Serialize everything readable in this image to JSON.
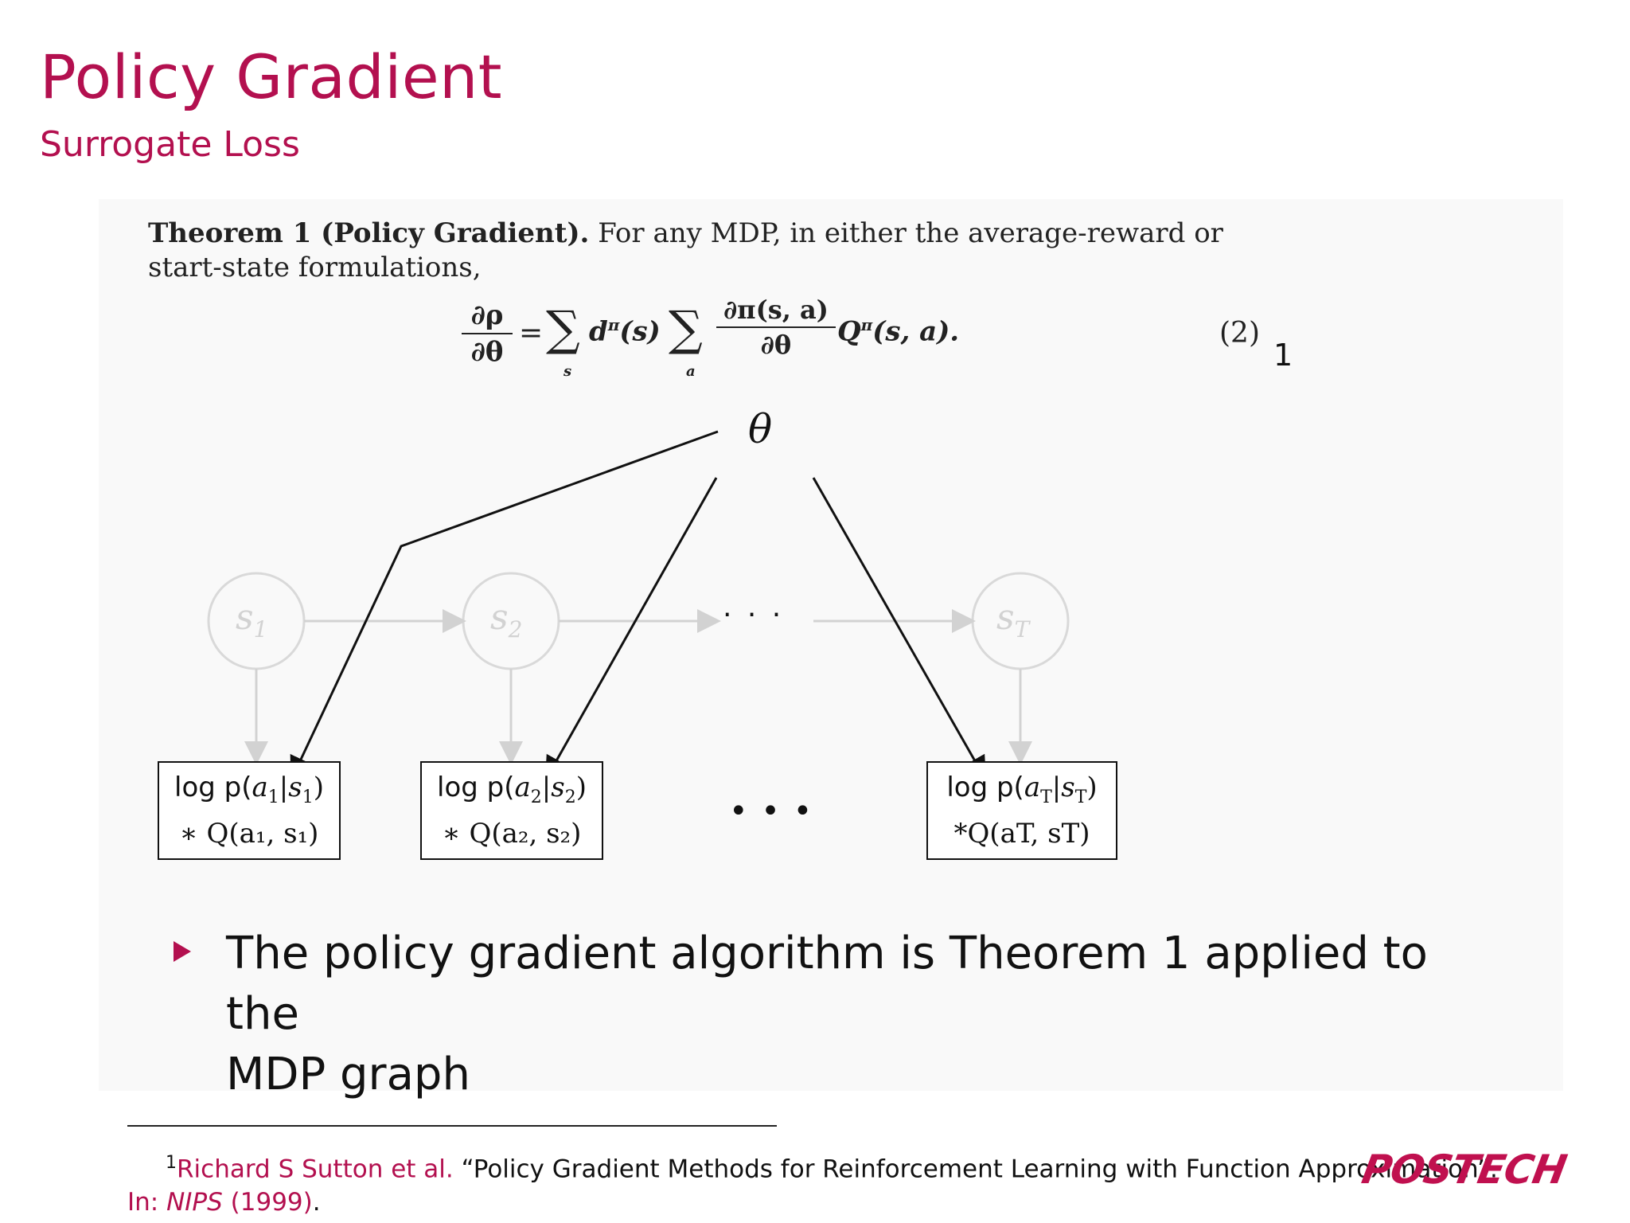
{
  "slide": {
    "title": "Policy Gradient",
    "subtitle": "Surrogate Loss"
  },
  "theorem": {
    "head": "Theorem 1 (Policy Gradient).",
    "body_line1": "For any MDP, in either the average-reward or",
    "body_line2": "start-state formulations,",
    "equation_number": "(2)",
    "footnote_marker": "1"
  },
  "equation": {
    "lhs_num": "∂ρ",
    "lhs_den": "∂θ",
    "equals": "=",
    "sum": "∑",
    "sum_index_1": "s",
    "term1": "d",
    "term1_sup": "π",
    "term1_arg": "(s)",
    "sum_index_2": "a",
    "frac_num": "∂π(s, a)",
    "frac_den": "∂θ",
    "term2": "Q",
    "term2_sup": "π",
    "term2_arg": "(s, a)."
  },
  "diagram": {
    "theta": "θ",
    "nodes": [
      "s1",
      "s2",
      "sT"
    ],
    "ellipsis_top": "· · ·",
    "ellipsis_bottom": "• • •",
    "boxes": [
      {
        "line1_prefix": "log p(",
        "line1_var": "a",
        "line1_sub": "1",
        "line1_mid": "|",
        "line1_var2": "s",
        "line1_sub2": "1",
        "line1_end": ")",
        "line2": "∗ Q(a₁, s₁)"
      },
      {
        "line1_prefix": "log p(",
        "line1_var": "a",
        "line1_sub": "2",
        "line1_mid": "|",
        "line1_var2": "s",
        "line1_sub2": "2",
        "line1_end": ")",
        "line2": "∗ Q(a₂, s₂)"
      },
      {
        "line1_prefix": "log p(",
        "line1_var": "a",
        "line1_sub": "T",
        "line1_mid": "|",
        "line1_var2": "s",
        "line1_sub2": "T",
        "line1_end": ")",
        "line2": "*Q(aT, sT)"
      }
    ]
  },
  "bullet": {
    "line1": "The policy gradient algorithm is Theorem 1 applied to the",
    "line2": "MDP graph"
  },
  "footnote": {
    "marker": "1",
    "authors": "Richard S Sutton et al.",
    "title": "“Policy Gradient Methods for Reinforcement Learning with Function Approximation”.",
    "in_label": "In:",
    "venue": "NIPS",
    "year": "(1999)",
    "end": "."
  },
  "logo": {
    "text": "POSTECH"
  },
  "colors": {
    "accent": "#b3104f",
    "node_gray": "#d2d2d2"
  }
}
